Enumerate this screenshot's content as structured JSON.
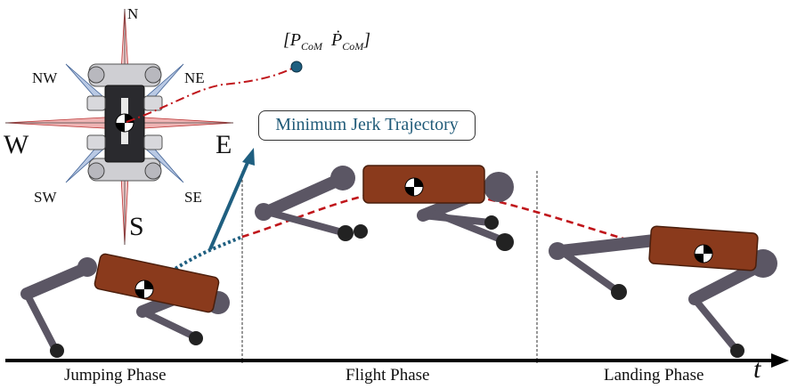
{
  "phases": {
    "jumping": "Jumping Phase",
    "flight": "Flight Phase",
    "landing": "Landing Phase"
  },
  "time_axis_label": "t",
  "trajectory_box_label": "Minimum Jerk Trajectory",
  "com_state": {
    "P_symbol": "P",
    "P_subscript": "CoM",
    "Pdot_symbol": "Ṗ",
    "Pdot_subscript": "CoM"
  },
  "compass": {
    "N": "N",
    "S": "S",
    "E": "E",
    "W": "W",
    "NE": "NE",
    "NW": "NW",
    "SE": "SE",
    "SW": "SW"
  },
  "colors": {
    "com_trajectory": "#c0161b",
    "jump_vector": "#1f5f80",
    "robot_body": "#8a3a1c",
    "robot_leg": "#5b5664",
    "compass_red": "#e38c8c",
    "compass_blue": "#7f9bc8"
  }
}
